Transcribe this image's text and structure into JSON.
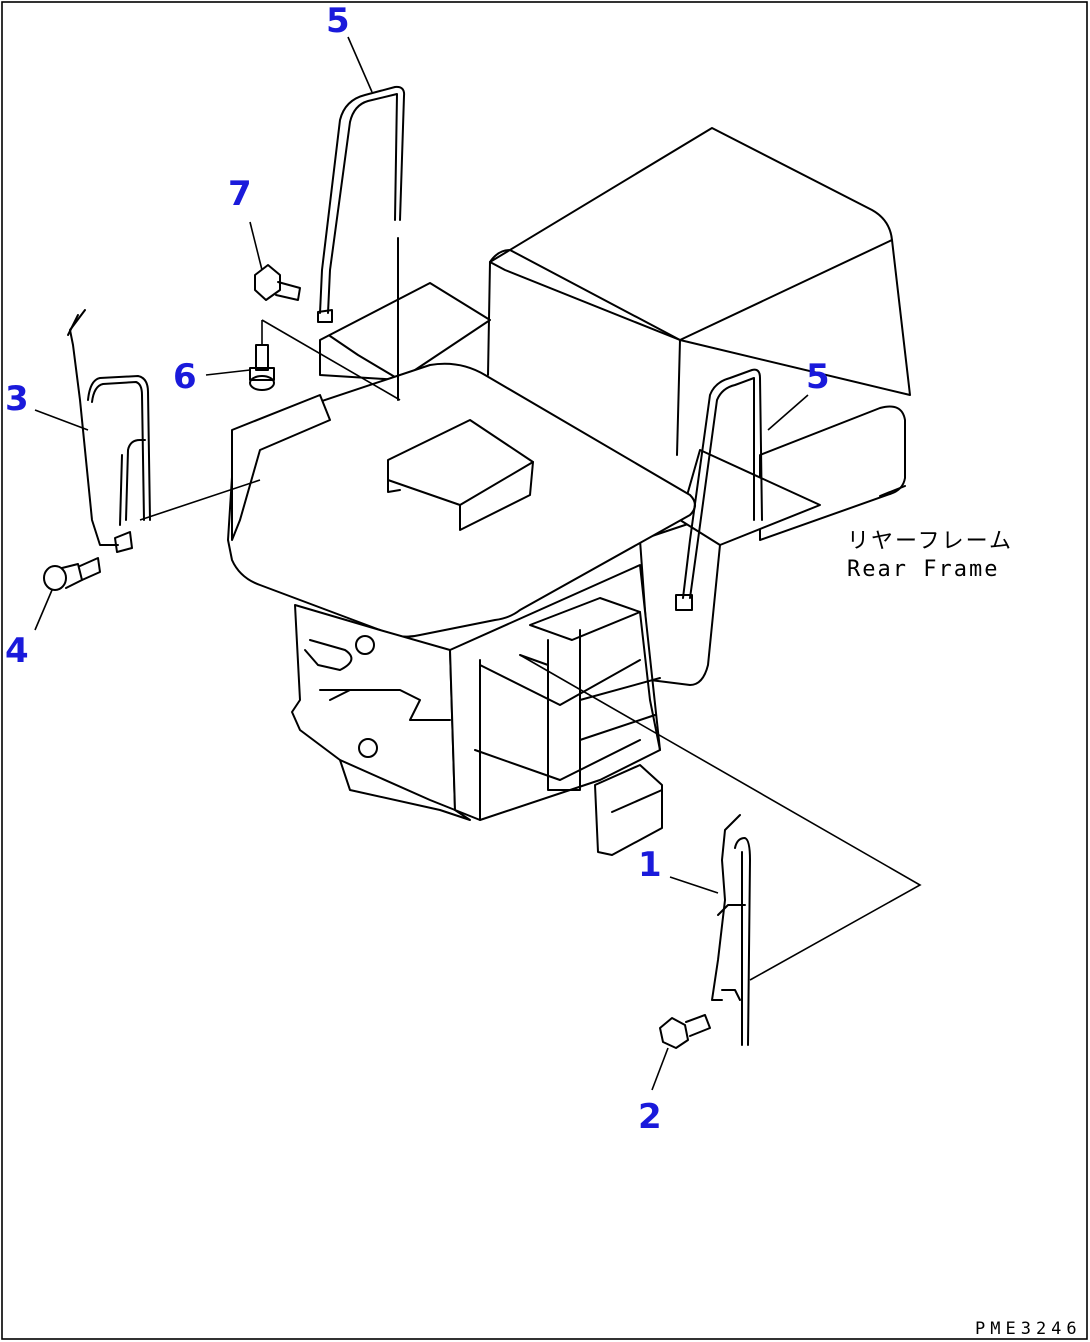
{
  "callouts": {
    "c1": "1",
    "c2": "2",
    "c3": "3",
    "c4": "4",
    "c5_top": "5",
    "c5_right": "5",
    "c6": "6",
    "c7": "7"
  },
  "frame_label": {
    "japanese": "リヤーフレーム",
    "english": "Rear Frame"
  },
  "drawing_code": "PME3246",
  "colors": {
    "callout": "#1a1adb",
    "line": "#000000",
    "background": "#ffffff"
  }
}
